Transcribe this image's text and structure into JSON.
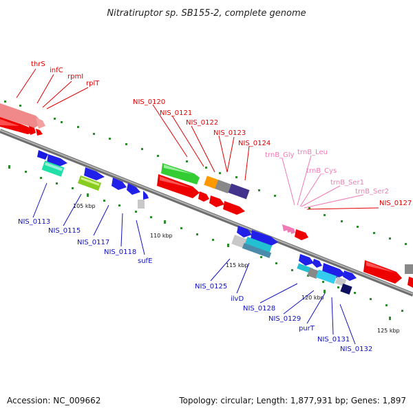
{
  "title": "Nitratiruptor sp. SB155-2, complete genome",
  "footer": {
    "accession": "Accession: NC_009662",
    "topology": "Topology: circular; Length: 1,877,931 bp; Genes: 1,897"
  },
  "colors": {
    "backbone": "#8c8c8c",
    "tick": "#2e8b2e",
    "label_red": "#e00000",
    "label_blue": "#1010c0",
    "label_pink": "#f07ab4"
  },
  "scale_labels": [
    "105 kbp",
    "110 kbp",
    "115 kbp",
    "120 kbp",
    "125 kbp"
  ],
  "gene_labels_top": [
    "thrS",
    "infC",
    "rpmI",
    "rplT",
    "NIS_0120",
    "NIS_0121",
    "NIS_0122",
    "NIS_0123",
    "NIS_0124",
    "NIS_0127"
  ],
  "trna_labels": [
    "trnB_Gly",
    "trnB_Leu",
    "trnB_Cys",
    "trnB_Ser1",
    "trnB_Ser2"
  ],
  "gene_labels_bottom": [
    "NIS_0113",
    "NIS_0115",
    "NIS_0117",
    "NIS_0118",
    "sufE",
    "NIS_0125",
    "ilvD",
    "NIS_0128",
    "NIS_0129",
    "purT",
    "NIS_0131",
    "NIS_0132"
  ]
}
